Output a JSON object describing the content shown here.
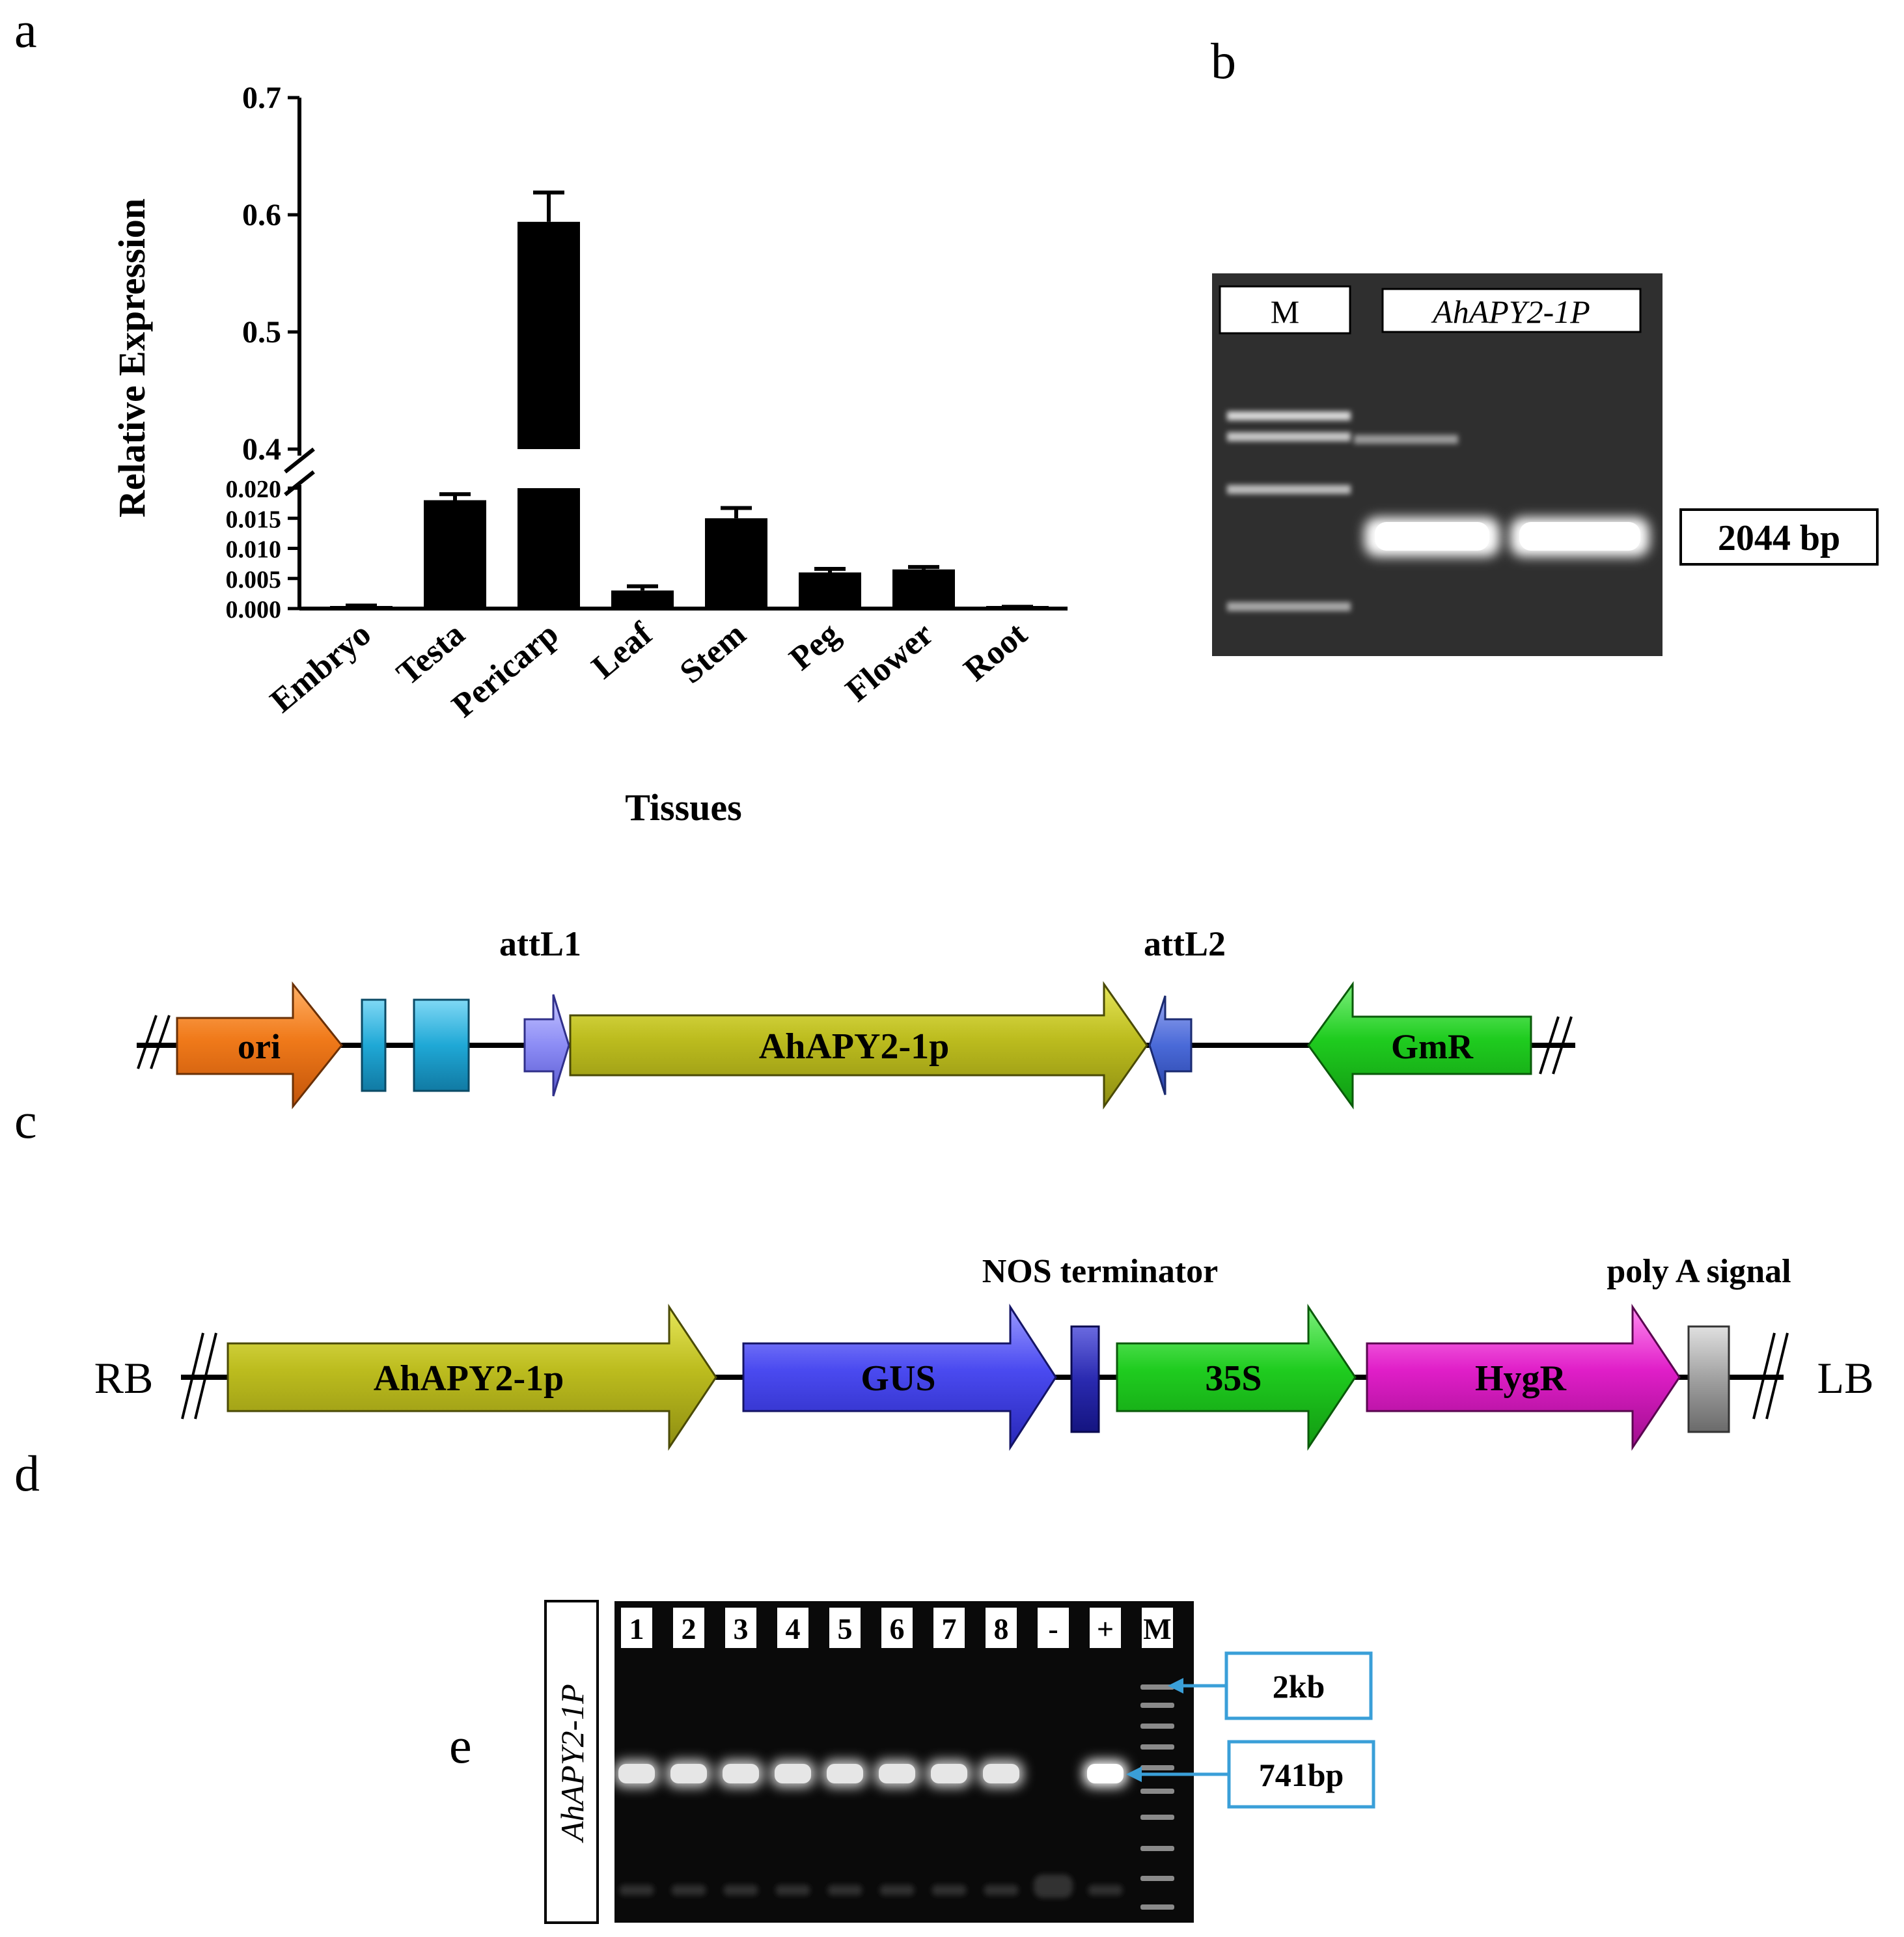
{
  "panels": {
    "a": "a",
    "b": "b",
    "c": "c",
    "d": "d",
    "e": "e"
  },
  "chart_data": {
    "type": "bar",
    "categories": [
      "Embryo",
      "Testa",
      "Pericarp",
      "Leaf",
      "Stem",
      "Peg",
      "Flower",
      "Root"
    ],
    "values": [
      0.0003,
      0.018,
      0.594,
      0.003,
      0.015,
      0.006,
      0.0065,
      0.0002
    ],
    "errors": [
      0.0002,
      0.001,
      0.025,
      0.0007,
      0.0017,
      0.0006,
      0.0004,
      0.0001
    ],
    "xlabel": "Tissues",
    "ylabel": "Relative Expression",
    "ylim_lower": [
      0,
      0.02
    ],
    "ylim_upper": [
      0.4,
      0.7
    ],
    "yticks_lower": [
      "0.000",
      "0.005",
      "0.010",
      "0.015",
      "0.020"
    ],
    "yticks_upper": [
      "0.4",
      "0.5",
      "0.6",
      "0.7"
    ],
    "axis_break": true,
    "bar_color": "#000000"
  },
  "gel_b": {
    "lane_labels": [
      "M",
      "AhAPY2-1P"
    ],
    "band_label": "2044 bp"
  },
  "vector_c": {
    "labels": [
      "attL1",
      "attL2"
    ],
    "features": [
      "ori",
      "AhAPY2-1p",
      "GmR"
    ],
    "colors": {
      "ori": "#f07a1a",
      "promoter": "#b8b81a",
      "gmr": "#1fcc1f",
      "cyan": "#1fa8d6",
      "att": "#8c8cf5"
    }
  },
  "vector_d": {
    "left_end": "RB",
    "right_end": "LB",
    "labels": [
      "NOS terminator",
      "poly A signal"
    ],
    "features": [
      "AhAPY2-1p",
      "GUS",
      "35S",
      "HygR"
    ],
    "colors": {
      "promoter": "#b8b81a",
      "gus": "#4a4af0",
      "p35s": "#1fcc1f",
      "hygr": "#e01ec8",
      "nos": "#2a2ab0",
      "polya": "#909090"
    }
  },
  "gel_e": {
    "side_label": "AhAPY2-1P",
    "lanes": [
      "1",
      "2",
      "3",
      "4",
      "5",
      "6",
      "7",
      "8",
      "-",
      "+",
      "M"
    ],
    "callouts": [
      "2kb",
      "741bp"
    ],
    "callout_color": "#3a9fd8"
  }
}
